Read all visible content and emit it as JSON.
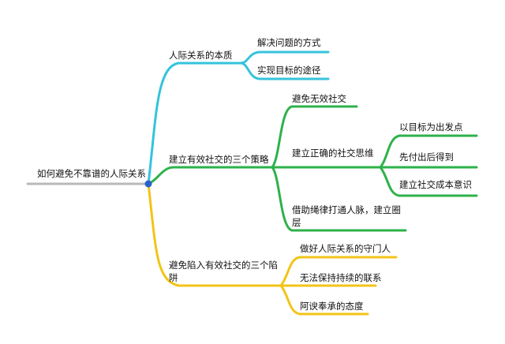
{
  "mindmap": {
    "root": {
      "label": "如何避免不靠谱的人际关系"
    },
    "branches": [
      {
        "label": "人际关系的本质",
        "color": "#35c3dc",
        "children": [
          {
            "label": "解决问题的方式"
          },
          {
            "label": "实现目标的途径"
          }
        ]
      },
      {
        "label": "建立有效社交的三个策略",
        "color": "#2eb24a",
        "children": [
          {
            "label": "避免无效社交"
          },
          {
            "label": "建立正确的社交思维",
            "children": [
              {
                "label": "以目标为出发点"
              },
              {
                "label": "先付出后得到"
              },
              {
                "label": "建立社交成本意识"
              }
            ]
          },
          {
            "label": "借助绳律打通人脉，建立圈层"
          }
        ]
      },
      {
        "label": "避免陷入有效社交的三个陷阱",
        "color": "#f2c418",
        "children": [
          {
            "label": "做好人际关系的守门人"
          },
          {
            "label": "无法保持持续的联系"
          },
          {
            "label": "阿谀奉承的态度"
          }
        ]
      }
    ],
    "colors": {
      "root_line": "#b9b9b9",
      "root_dot": "#2b62c8"
    }
  }
}
